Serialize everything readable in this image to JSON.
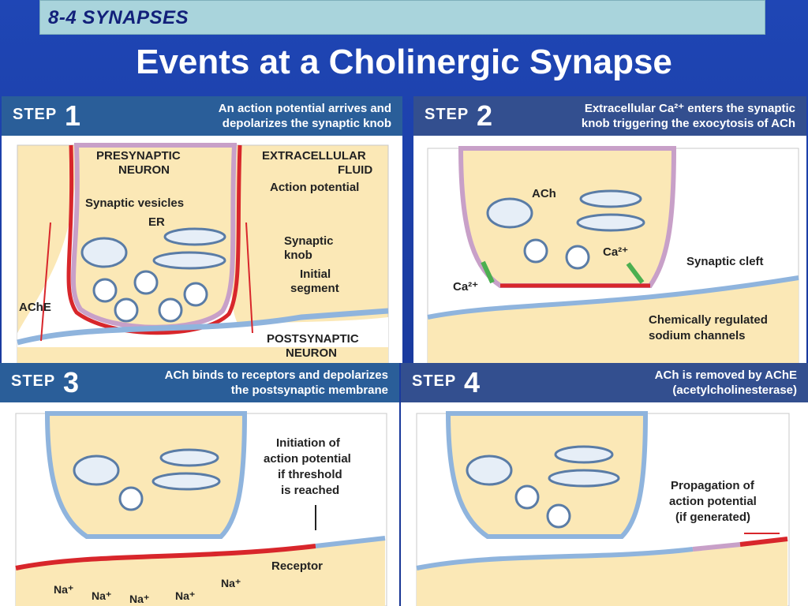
{
  "section": "8-4 SYNAPSES",
  "title": "Events at a Cholinergic Synapse",
  "colors": {
    "background": "#1a3a9e",
    "header": "#2a5e99",
    "cytoplasm": "#fbe8b6",
    "membrane_active": "#d8262b",
    "membrane_resting": "#8fb4dd"
  },
  "steps": [
    {
      "word": "STEP",
      "number": "1",
      "desc_line1": "An action potential arrives and",
      "desc_line2": "depolarizes the synaptic knob",
      "labels": {
        "presynaptic_1": "PRESYNAPTIC",
        "presynaptic_2": "NEURON",
        "extracellular_1": "EXTRACELLULAR",
        "extracellular_2": "FLUID",
        "action_potential": "Action potential",
        "vesicles": "Synaptic vesicles",
        "er": "ER",
        "knob_1": "Synaptic",
        "knob_2": "knob",
        "initial_1": "Initial",
        "initial_2": "segment",
        "ache": "AChE",
        "postsynaptic_1": "POSTSYNAPTIC",
        "postsynaptic_2": "NEURON"
      }
    },
    {
      "word": "STEP",
      "number": "2",
      "desc_line1": "Extracellular Ca²⁺ enters the synaptic",
      "desc_line2": "knob triggering the exocytosis of ACh",
      "labels": {
        "ach": "ACh",
        "ca_right": "Ca²⁺",
        "ca_left": "Ca²⁺",
        "cleft": "Synaptic cleft",
        "channels_1": "Chemically regulated",
        "channels_2": "sodium channels"
      }
    },
    {
      "word": "STEP",
      "number": "3",
      "desc_line1": "ACh binds to receptors and depolarizes",
      "desc_line2": "the postsynaptic membrane",
      "labels": {
        "init_1": "Initiation of",
        "init_2": "action potential",
        "init_3": "if threshold",
        "init_4": "is reached",
        "receptor": "Receptor",
        "na": "Na⁺"
      }
    },
    {
      "word": "STEP",
      "number": "4",
      "desc_line1": "ACh is removed by AChE",
      "desc_line2": "(acetylcholinesterase)",
      "labels": {
        "prop_1": "Propagation of",
        "prop_2": "action potential",
        "prop_3": "(if generated)"
      }
    }
  ]
}
